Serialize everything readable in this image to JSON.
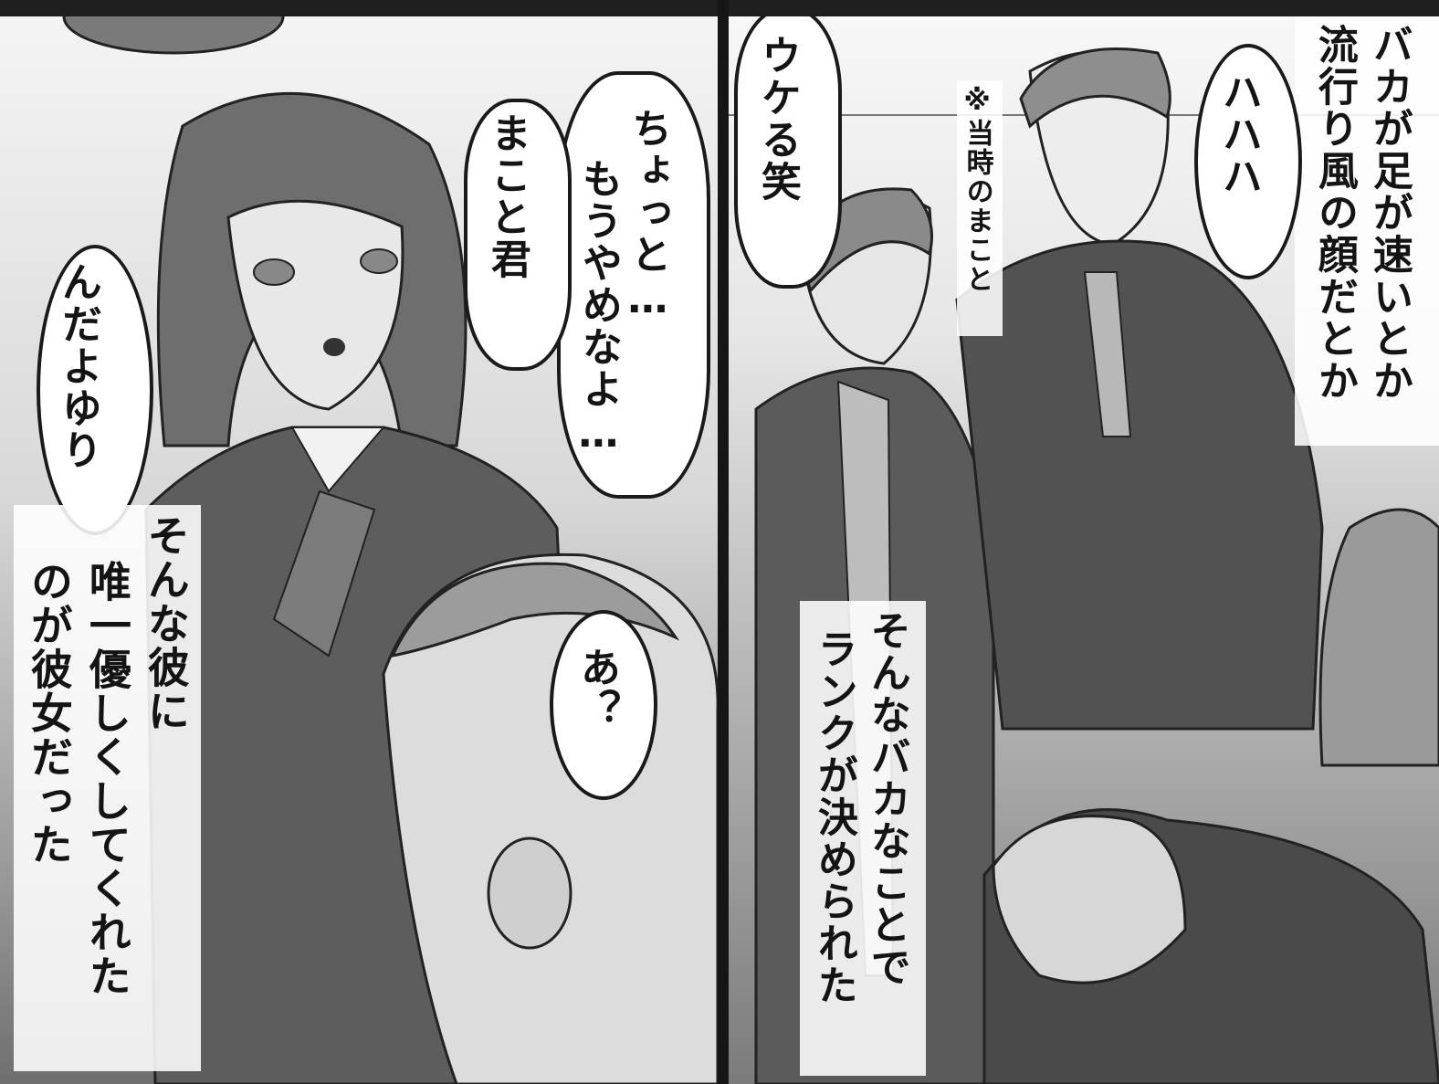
{
  "left_panel": {
    "bubble_yuri": "んだよゆり",
    "bubble_stop_1": "ちょっと…",
    "bubble_stop_2": "もうやめなよ…",
    "bubble_makoto": "まこと君",
    "bubble_a": "あ？",
    "caption_1": "そんな彼に",
    "caption_2": "唯一優しくしてくれた",
    "caption_3": "のが彼女だった"
  },
  "right_panel": {
    "bubble_ukeru": "ウケる笑",
    "bubble_hahaha": "ハハハ",
    "note": "※当時のまこと",
    "caption_top_1": "バカが足が速いとか",
    "caption_top_2": "流行り風の顔だとか",
    "caption_bottom_1": "そんなバカなことで",
    "caption_bottom_2": "ランクが決められた"
  },
  "colors": {
    "ink": "#141414",
    "gutter": "#161616",
    "paper": "#f4f4f4"
  }
}
